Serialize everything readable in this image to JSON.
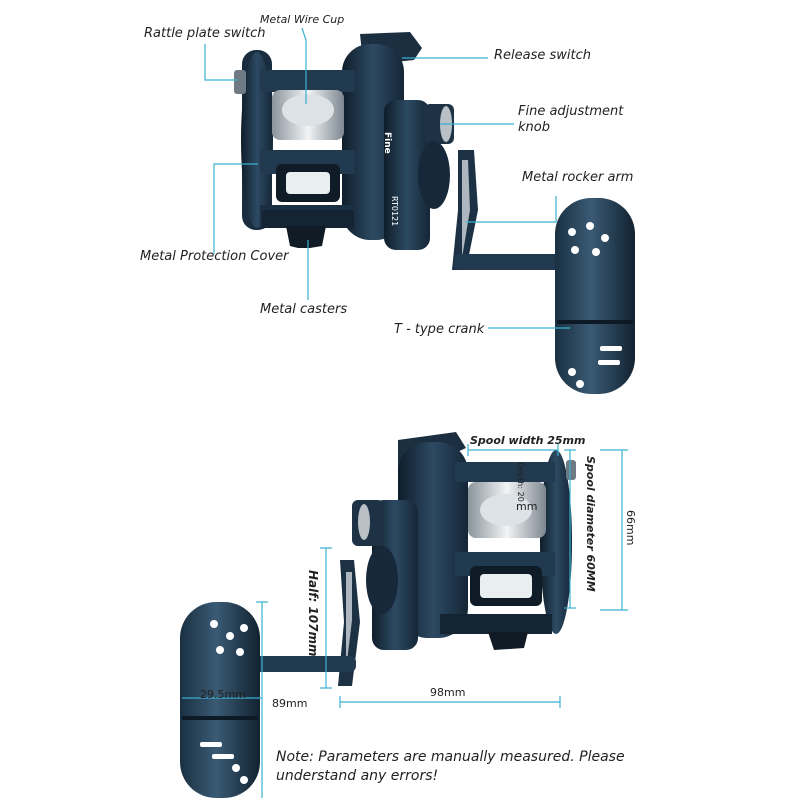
{
  "colors": {
    "reel_body": "#1e3245",
    "reel_dark": "#10202e",
    "reel_mid": "#2d4a63",
    "leader_line": "#3ab0cf",
    "label_text": "#222222"
  },
  "top_labels": {
    "rattle_plate_switch": "Rattle plate switch",
    "metal_wire_cup": "Metal Wire Cup",
    "release_switch": "Release switch",
    "fine_adjustment_knob_line1": "Fine adjustment",
    "fine_adjustment_knob_line2": "knob",
    "metal_rocker_arm": "Metal rocker arm",
    "metal_protection_cover": "Metal Protection Cover",
    "metal_casters": "Metal casters",
    "t_type_crank": "T - type crank"
  },
  "reel_markings": {
    "fine": "Fine",
    "model": "RT0121"
  },
  "dimensions": {
    "spool_width": "Spool width 25mm",
    "depth": "Depth: 20",
    "mm": "mm",
    "spool_diameter": "Spool diameter 60MM",
    "height": "66mm",
    "handle_half": "Half: 107mm",
    "knob_width": "29.5mm",
    "knob_length": "89mm",
    "body_width": "98mm"
  },
  "note": "Note: Parameters are manually measured. Please understand any errors!"
}
